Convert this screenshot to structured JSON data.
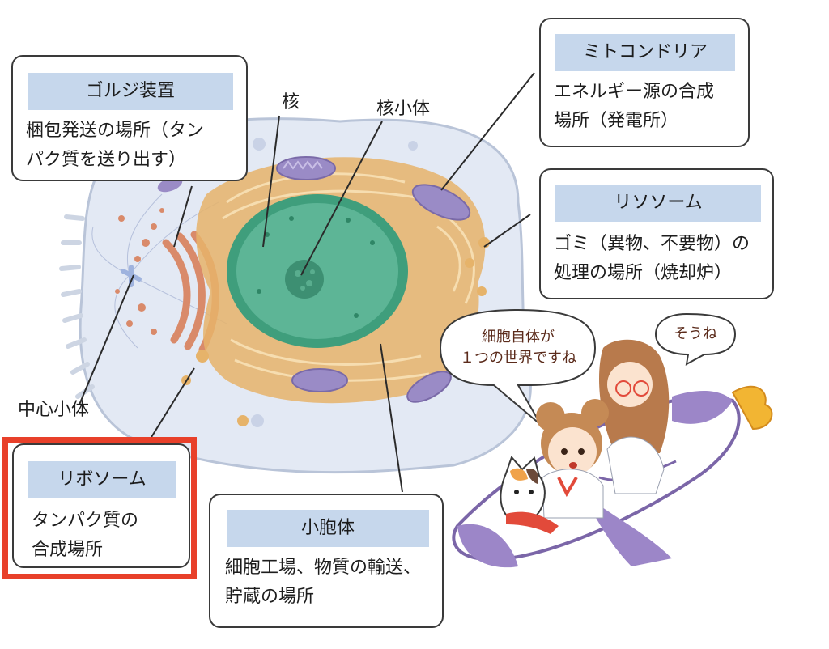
{
  "labels": {
    "nucleus": "核",
    "nucleolus": "核小体",
    "centrosome": "中心小体"
  },
  "callouts": {
    "golgi": {
      "title": "ゴルジ装置",
      "line1": "梱包発送の場所（タン",
      "line2": "パク質を送り出す）"
    },
    "mitochondria": {
      "title": "ミトコンドリア",
      "line1": "エネルギー源の合成",
      "line2": "場所（発電所）"
    },
    "lysosome": {
      "title": "リソソーム",
      "line1": "ゴミ（異物、不要物）の",
      "line2": "処理の場所（焼却炉）"
    },
    "ribosome": {
      "title": "リボソーム",
      "line1": "タンパク質の",
      "line2": "合成場所"
    },
    "er": {
      "title": "小胞体",
      "line1": "細胞工場、物質の輸送、",
      "line2": "貯蔵の場所"
    }
  },
  "speech": {
    "girl_line1": "細胞自体が",
    "girl_line2": "１つの世界ですね",
    "woman": "そうね"
  },
  "colors": {
    "highlight": "#e8402a",
    "callout_header": "#c6d7ec",
    "nucleus": "#3f9e7c",
    "er": "#e6b36a",
    "mitochondria": "#9a8bc6",
    "golgi": "#d98a6a"
  }
}
